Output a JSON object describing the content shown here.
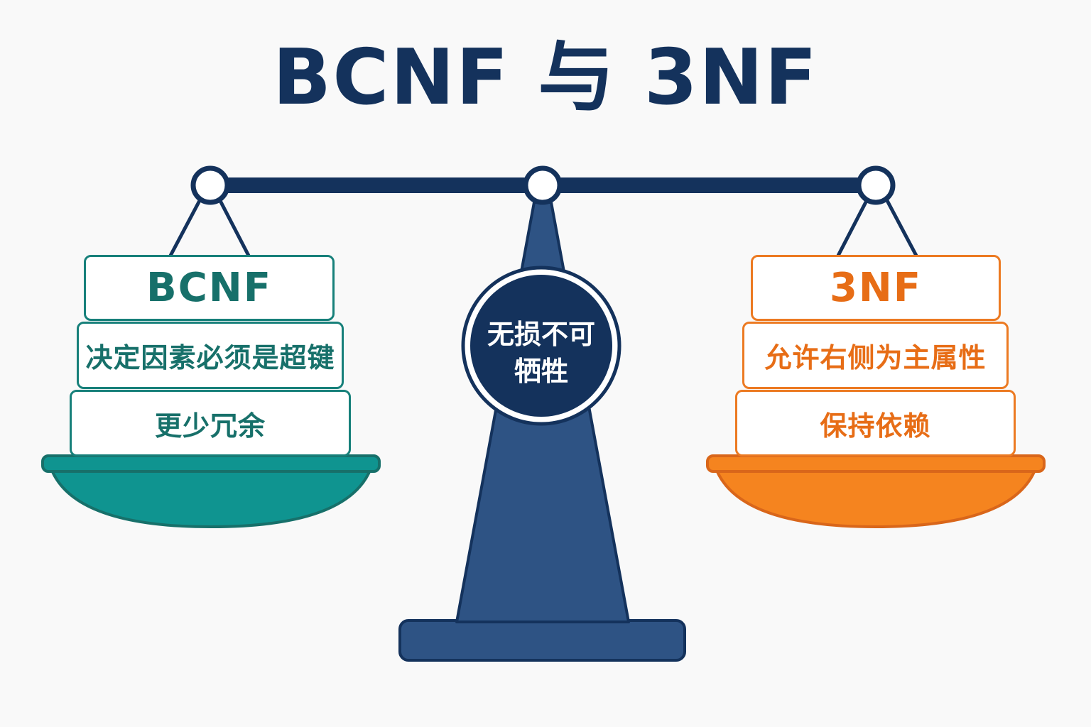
{
  "title": "BCNF 与 3NF",
  "left": {
    "header": "BCNF",
    "items": [
      "决定因素必须是超键",
      "更少冗余"
    ]
  },
  "right": {
    "header": "3NF",
    "items": [
      "允许右侧为主属性",
      "保持依赖"
    ]
  },
  "center": {
    "line1": "无损不可",
    "line2": "牺牲"
  },
  "colors": {
    "navy": "#14325c",
    "pillar": "#2e5384",
    "teal": "#17807a",
    "teal_fill": "#0f9490",
    "orange": "#ec7a22",
    "orange_fill": "#f5841f"
  }
}
